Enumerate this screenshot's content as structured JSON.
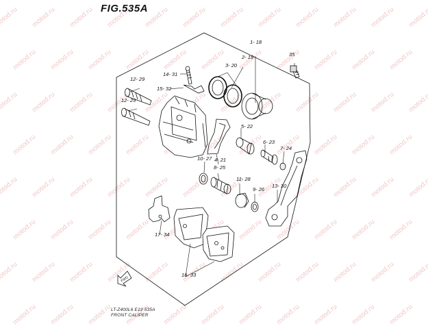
{
  "figure": {
    "title": "FIG.535A"
  },
  "footer": {
    "model_code": "LT-Z400L6  E19  535A",
    "caption": "FRONT CALIPER"
  },
  "watermark": {
    "text": "motod.ru",
    "color": "#f0c9c9"
  },
  "fwd_label": "FWD",
  "callouts": [
    {
      "id": "c1",
      "label": "1- 18"
    },
    {
      "id": "c2",
      "label": "2- 19"
    },
    {
      "id": "c3",
      "label": "3- 20"
    },
    {
      "id": "c35",
      "label": "35"
    },
    {
      "id": "c14",
      "label": "14- 31"
    },
    {
      "id": "c15",
      "label": "15- 32"
    },
    {
      "id": "c12a",
      "label": "12- 29"
    },
    {
      "id": "c12b",
      "label": "12- 29"
    },
    {
      "id": "c5",
      "label": "5- 22"
    },
    {
      "id": "c6",
      "label": "6- 23"
    },
    {
      "id": "c7",
      "label": "7- 24"
    },
    {
      "id": "c10",
      "label": "10- 27"
    },
    {
      "id": "c4",
      "label": "4- 21"
    },
    {
      "id": "c8",
      "label": "8- 25"
    },
    {
      "id": "c11",
      "label": "11- 28"
    },
    {
      "id": "c9",
      "label": "9- 26"
    },
    {
      "id": "c13",
      "label": "13- 30"
    },
    {
      "id": "c17",
      "label": "17- 34"
    },
    {
      "id": "c16",
      "label": "16- 33"
    }
  ]
}
